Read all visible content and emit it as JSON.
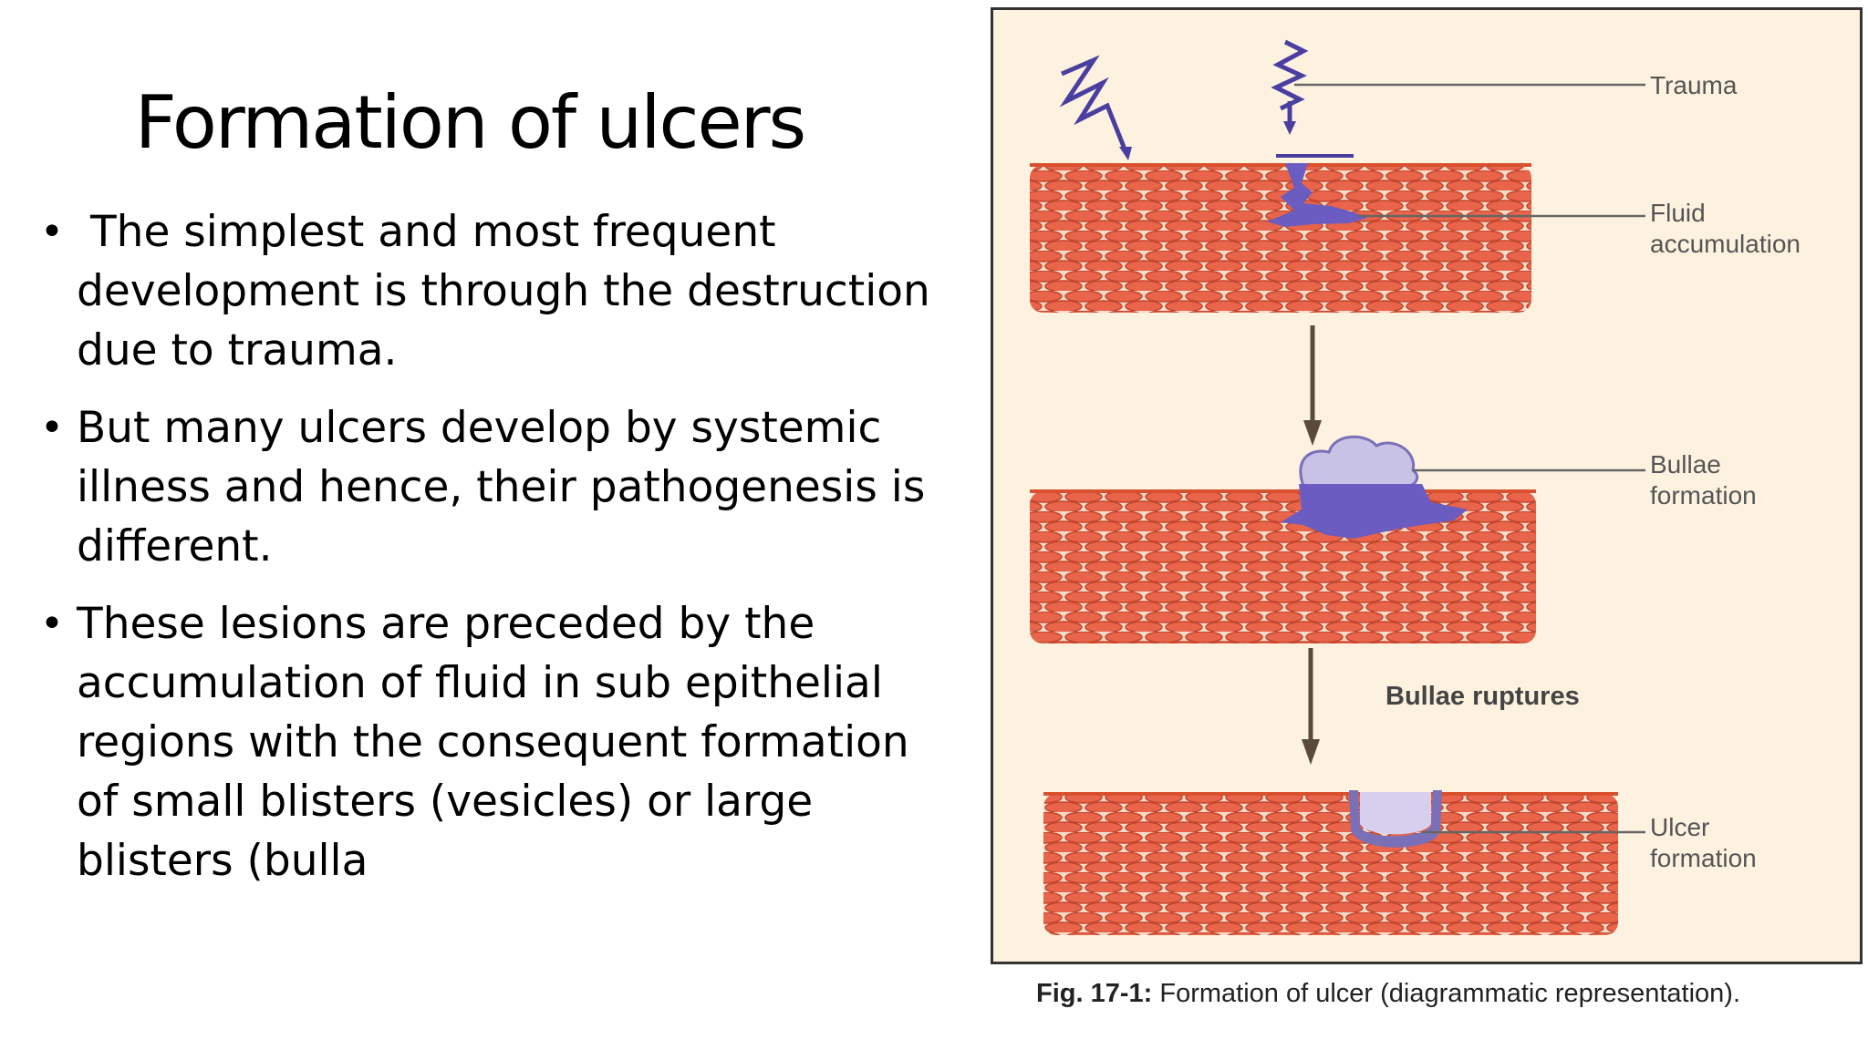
{
  "slide": {
    "title": "Formation of ulcers",
    "bullets": [
      " The simplest and most frequent development is through the destruction due to trauma.",
      "But many ulcers develop by systemic illness and hence, their pathogenesis is different.",
      "These lesions are preceded by the accumulation of fluid in sub epithelial regions with the consequent formation of small blisters (vesicles) or large blisters (bulla"
    ]
  },
  "figure": {
    "labels": {
      "trauma": "Trauma",
      "fluid_1": "Fluid",
      "fluid_2": "accumulation",
      "bullae_1": "Bullae",
      "bullae_2": "formation",
      "ruptures": "Bullae ruptures",
      "ulcer_1": "Ulcer",
      "ulcer_2": "formation"
    },
    "caption_prefix": "Fig. 17-1:",
    "caption_text": " Formation of ulcer (diagrammatic representation).",
    "colors": {
      "background": "#fdf2e0",
      "tissue": "#e8644a",
      "cell_outline": "#c4442c",
      "fluid": "#6a5cc0",
      "bulla": "#c8c2e6",
      "arrow": "#5a4a3a"
    }
  }
}
